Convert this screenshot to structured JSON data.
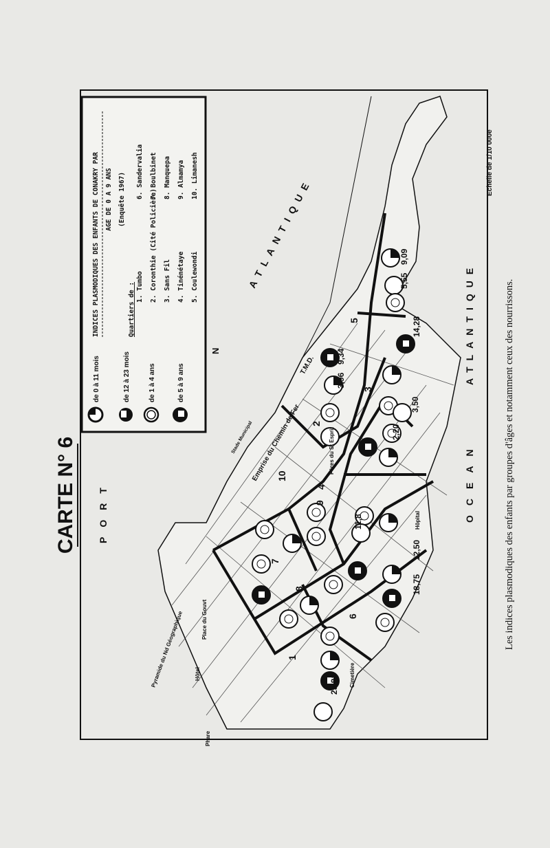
{
  "title": "CARTE N° 6",
  "legend": {
    "heading": "INDICES PLASMODIQUES DES ENFANTS DE CONAKRY PAR",
    "subheading": "AGE DE 0 A 9 ANS",
    "survey": "(Enquête 1967)",
    "age_groups": [
      "de 0 à 11 mois",
      "de 12 à 23 mois",
      "de 1 à 4 ans",
      "de 5 à 9 ans"
    ],
    "quarters_title": "Quartiers de :",
    "quarters": [
      "1. Tumbo",
      "2. Coronthie (Cité Policière)",
      "3. Sans Fil",
      "4. Tinénétaye",
      "5. Coulewondi",
      "6. Sandervalia",
      "7. Boulbinet",
      "8. Manquepa",
      "9. Almamya",
      "10. Limanesh"
    ]
  },
  "labels": {
    "port": "PORT",
    "ocean": "OCEAN",
    "atlantique_south": "ATLANTIQUE",
    "atlantique_north": "ATLANTIQUE",
    "north": "N",
    "chemin_de_fer": "Emprise du Chemin de Fer",
    "tmd": "T.M.D.",
    "pyramide": "Pyramide du Nd Géographique",
    "phare": "Phare",
    "stade": "Stade Municipal",
    "hopital": "Hôpital",
    "place": "Place du Gouvt",
    "hotel": "Hôtel",
    "cimetiere": "Cimetière",
    "saint_esprit": "Pères du St Esprit"
  },
  "values": [
    "11,8",
    "5,55",
    "9,09",
    "14,28",
    "3,96",
    "9,34",
    "3,50",
    "2,20",
    "18,75",
    "12,50",
    "23,81"
  ],
  "district_numbers": [
    "1",
    "2",
    "3",
    "4",
    "5",
    "6",
    "7",
    "8",
    "9",
    "10"
  ],
  "scale": "Echelle de 1/10 000e",
  "caption": "Les indices plasmodiques des enfants par groupes d'âges et notamment ceux des nourrissons."
}
